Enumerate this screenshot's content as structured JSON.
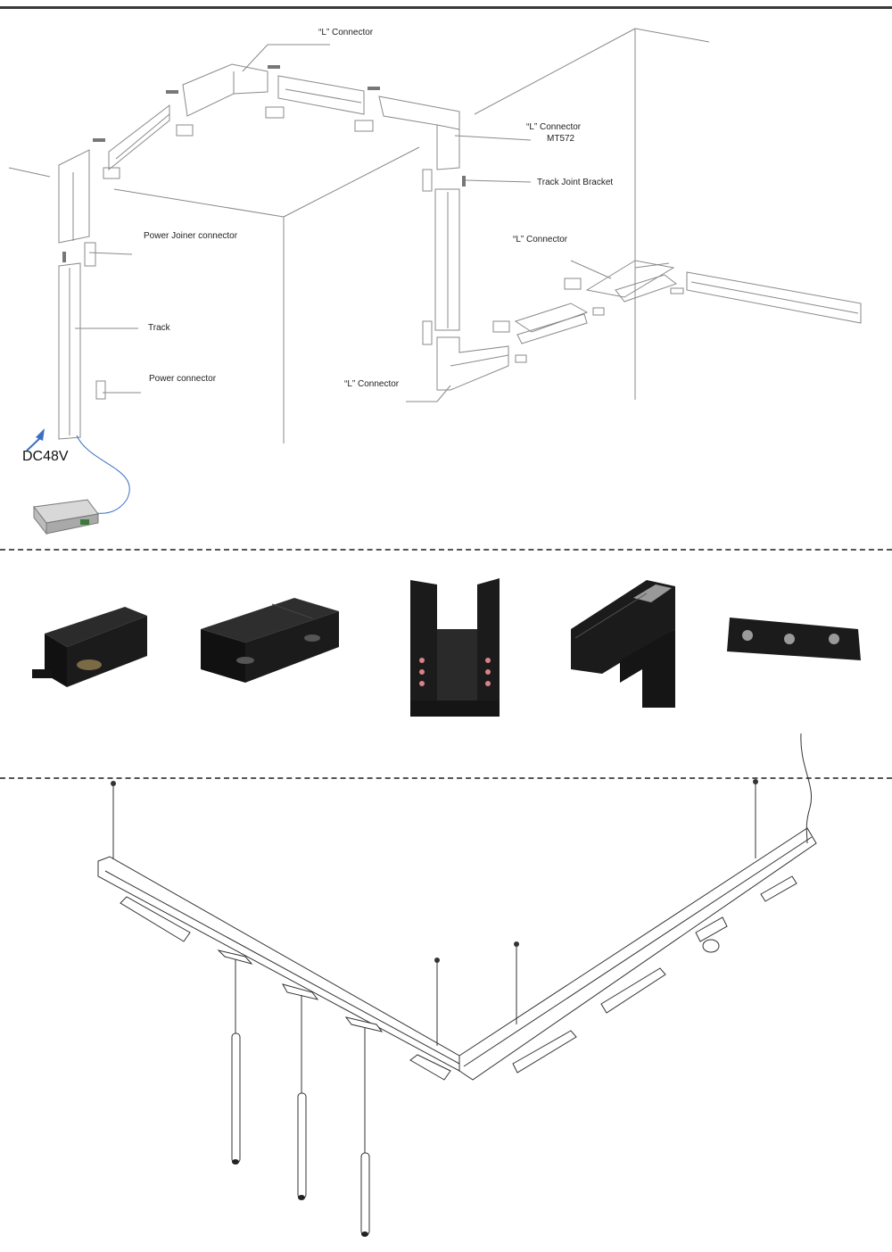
{
  "diagram": {
    "labels": {
      "l_connector_top": "“L” Connector",
      "l_connector_mt572_line1": "“L” Connector",
      "l_connector_mt572_line2": "MT572",
      "track_joint_bracket": "Track Joint Bracket",
      "power_joiner_connector": "Power Joiner connector",
      "l_connector_right": "“L” Connector",
      "track": "Track",
      "power_connector": "Power connector",
      "l_connector_bottom": "“L” Connector",
      "voltage": "DC48V"
    },
    "colors": {
      "line": "#8a8a8a",
      "dark_line": "#333333",
      "product_black": "#1b1b1b",
      "arrow_blue": "#3c6fc4",
      "contact_pink": "#d9828a",
      "divider": "#555555"
    },
    "photos": [
      {
        "icon": "power-connector-icon"
      },
      {
        "icon": "power-joiner-connector-icon"
      },
      {
        "icon": "track-profile-icon"
      },
      {
        "icon": "l-connector-icon"
      },
      {
        "icon": "track-joint-bracket-icon"
      }
    ]
  }
}
